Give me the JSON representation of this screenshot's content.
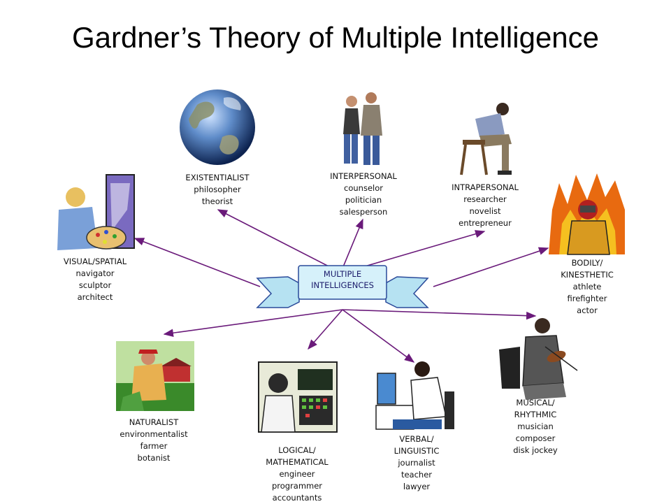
{
  "title": "Gardner’s Theory of Multiple Intelligence",
  "center": {
    "line1": "MULTIPLE",
    "line2": "INTELLIGENCES"
  },
  "colors": {
    "arrow": "#6a1a7a",
    "banner_fill": "#c8ecf6",
    "banner_stroke": "#2a4a9a"
  },
  "nodes": [
    {
      "id": "existentialist",
      "icon": "earth-globe-icon",
      "lines": [
        "EXISTENTIALIST",
        "philosopher",
        "theorist"
      ]
    },
    {
      "id": "interpersonal",
      "icon": "two-people-icon",
      "lines": [
        "INTERPERSONAL",
        "counselor",
        "politician",
        "salesperson"
      ]
    },
    {
      "id": "intrapersonal",
      "icon": "thinking-man-icon",
      "lines": [
        "INTRAPERSONAL",
        "researcher",
        "novelist",
        "entrepreneur"
      ]
    },
    {
      "id": "visual",
      "icon": "painter-icon",
      "lines": [
        "VISUAL/SPATIAL",
        "navigator",
        "sculptor",
        "architect"
      ]
    },
    {
      "id": "bodily",
      "icon": "firefighter-icon",
      "lines": [
        "BODILY/",
        "KINESTHETIC",
        "athlete",
        "firefighter",
        "actor"
      ]
    },
    {
      "id": "naturalist",
      "icon": "farmer-icon",
      "lines": [
        "NATURALIST",
        "environmentalist",
        "farmer",
        "botanist"
      ]
    },
    {
      "id": "logical",
      "icon": "computer-operator-icon",
      "lines": [
        "LOGICAL/",
        "MATHEMATICAL",
        "engineer",
        "programmer",
        "accountants"
      ]
    },
    {
      "id": "verbal",
      "icon": "typist-icon",
      "lines": [
        "VERBAL/",
        "LINGUISTIC",
        "journalist",
        "teacher",
        "lawyer"
      ]
    },
    {
      "id": "musical",
      "icon": "violinist-icon",
      "lines": [
        "MUSICAL/",
        "RHYTHMIC",
        "musician",
        "composer",
        "disk jockey"
      ]
    }
  ]
}
